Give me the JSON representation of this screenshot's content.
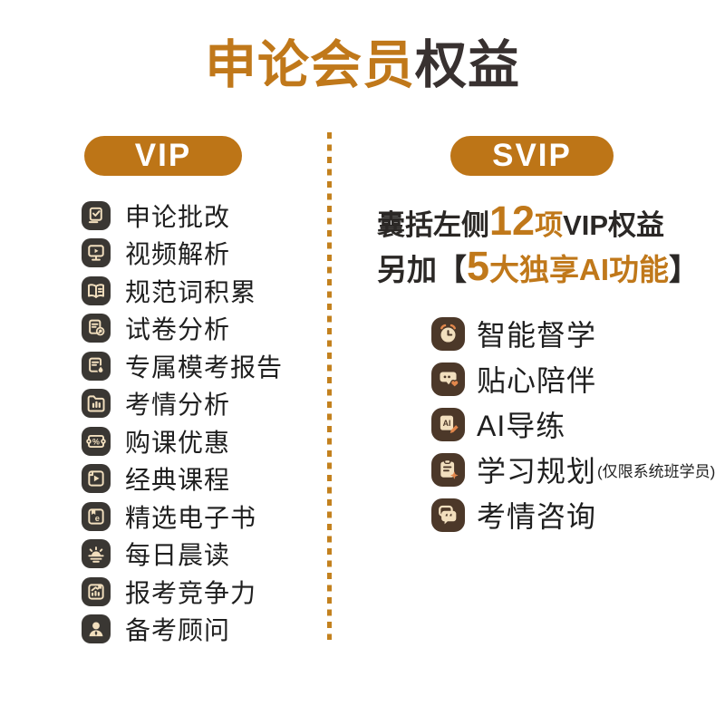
{
  "title": {
    "accent": "申论会员",
    "rest": "权益"
  },
  "colors": {
    "accent_orange": "#C0781A",
    "dark_text": "#383130",
    "list_text": "#1F1F1F",
    "vip_icon_bg": "#3A3733",
    "svip_icon_bg": "#4C3829",
    "icon_glyph_cream": "#F2DFBE",
    "icon_glyph_orange": "#E2874C"
  },
  "vip": {
    "badge": "VIP",
    "items": [
      {
        "icon": "essay-correction-icon",
        "label": "申论批改"
      },
      {
        "icon": "video-analysis-icon",
        "label": "视频解析"
      },
      {
        "icon": "standard-words-icon",
        "label": "规范词积累"
      },
      {
        "icon": "paper-analysis-icon",
        "label": "试卷分析"
      },
      {
        "icon": "mock-report-icon",
        "label": "专属模考报告"
      },
      {
        "icon": "exam-info-icon",
        "label": "考情分析"
      },
      {
        "icon": "course-discount-icon",
        "label": "购课优惠"
      },
      {
        "icon": "classic-course-icon",
        "label": "经典课程"
      },
      {
        "icon": "ebook-icon",
        "label": "精选电子书"
      },
      {
        "icon": "morning-reading-icon",
        "label": "每日晨读"
      },
      {
        "icon": "competitiveness-icon",
        "label": "报考竞争力"
      },
      {
        "icon": "advisor-icon",
        "label": "备考顾问"
      }
    ]
  },
  "svip": {
    "badge": "SVIP",
    "lead_line_1": [
      {
        "text": "囊括左侧",
        "style": "dark"
      },
      {
        "text": "12",
        "style": "accent-xl"
      },
      {
        "text": "项",
        "style": "accent"
      },
      {
        "text": "VIP权益",
        "style": "dark"
      }
    ],
    "lead_line_2": [
      {
        "text": "另加【",
        "style": "dark"
      },
      {
        "text": "5",
        "style": "accent-xl"
      },
      {
        "text": "大独享AI功能",
        "style": "accent"
      },
      {
        "text": "】",
        "style": "dark"
      }
    ],
    "items": [
      {
        "icon": "alarm-clock-icon",
        "label": "智能督学"
      },
      {
        "icon": "chat-heart-icon",
        "label": "贴心陪伴"
      },
      {
        "icon": "ai-pencil-icon",
        "label": "AI导练"
      },
      {
        "icon": "study-plan-icon",
        "label": "学习规划",
        "note": "(仅限系统班学员)"
      },
      {
        "icon": "quote-chat-icon",
        "label": "考情咨询"
      }
    ]
  }
}
